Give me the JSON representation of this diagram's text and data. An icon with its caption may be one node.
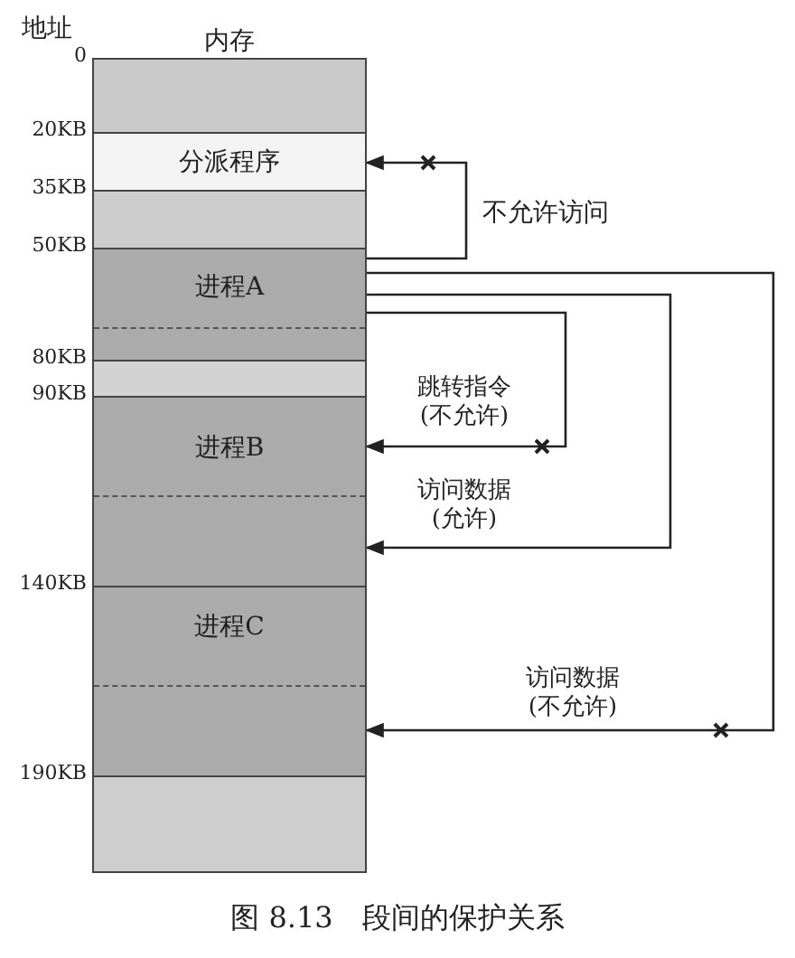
{
  "diagram": {
    "caption": "图 8.13　段间的保护关系",
    "nodes": [
      {
        "text": [
          "内存"
        ]
      },
      {
        "text": [],
        "shape": "box",
        "in": 0
      },
      {
        "text": [
          "分派程序"
        ],
        "in": 0
      },
      {
        "text": [],
        "shape": "box",
        "in": 0
      },
      {
        "text": [
          "进程A"
        ],
        "in": 0
      },
      {
        "text": [],
        "shape": "box",
        "in": 0
      },
      {
        "text": [
          "进程B"
        ],
        "in": 0
      },
      {
        "text": [],
        "shape": "box",
        "in": 6
      },
      {
        "text": [
          "进程C"
        ],
        "in": 0
      },
      {
        "text": [],
        "shape": "box",
        "in": 8
      },
      {
        "text": [],
        "shape": "box",
        "in": 0
      }
    ],
    "edges": [
      {
        "from": 4,
        "to": 2,
        "arrow": "to",
        "label": "不允许访问"
      },
      {
        "from": 4,
        "to": 6,
        "arrow": "to",
        "label": "跳转指令 (不允许)"
      },
      {
        "from": 4,
        "to": 7,
        "arrow": "to",
        "label": "访问数据 (允许)"
      },
      {
        "from": 4,
        "to": 9,
        "arrow": "to",
        "label": "访问数据 (不允许)"
      }
    ],
    "labels": [
      "地址",
      "0",
      "20KB",
      "35KB",
      "50KB",
      "80KB",
      "90KB",
      "140KB",
      "190KB"
    ]
  }
}
